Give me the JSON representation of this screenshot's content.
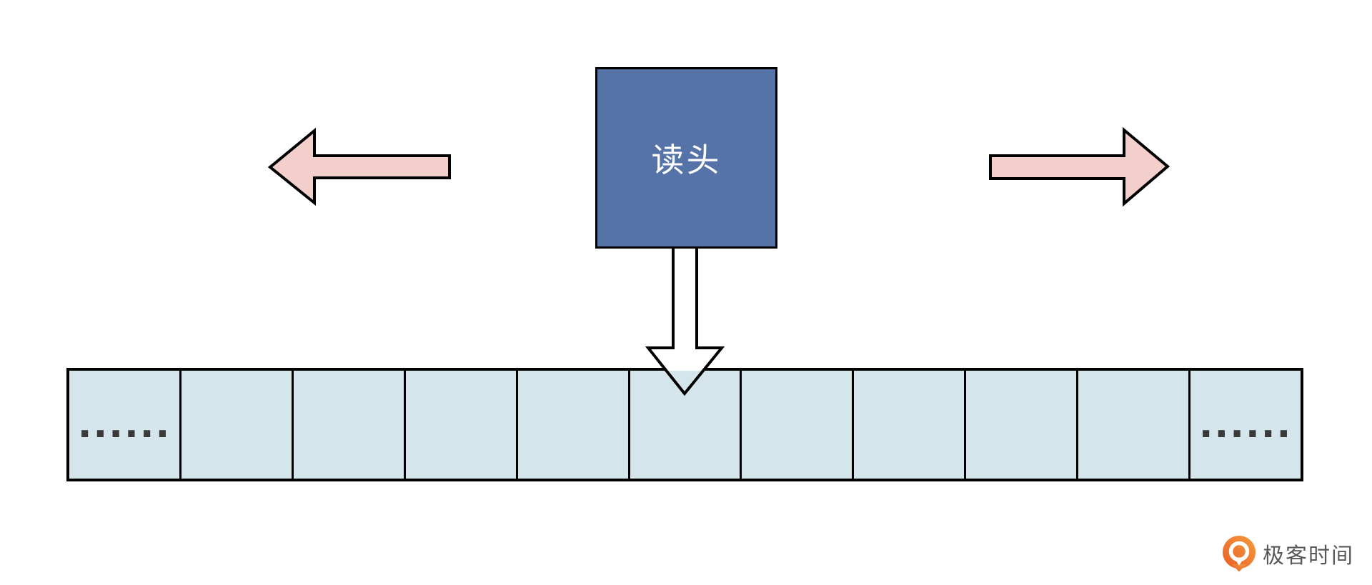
{
  "diagram": {
    "head": {
      "label": "读头"
    },
    "arrows": {
      "left": {
        "icon": "move-left-arrow",
        "direction": "left"
      },
      "right": {
        "icon": "move-right-arrow",
        "direction": "right"
      },
      "down": {
        "icon": "head-pointer-down-arrow",
        "direction": "down"
      }
    },
    "tape": {
      "cell_count": 11,
      "cells": [
        "......",
        "",
        "",
        "",
        "",
        "",
        "",
        "",
        "",
        "",
        "......"
      ]
    },
    "logo": {
      "icon": "geektime-logo-icon",
      "text": "极客时间"
    },
    "colors": {
      "background": "#FFFFFF",
      "outline": "#000000",
      "head_fill": "#5573A6",
      "head_text": "#FFFFFF",
      "arrow_fill": "#F2CFCA",
      "tape_cell_fill": "#D5E5EC",
      "tape_dots": "#3A3A3A",
      "logo_orange": "#ED6C2B",
      "logo_orange_light": "#F59C3D",
      "logo_text": "#595757"
    }
  }
}
